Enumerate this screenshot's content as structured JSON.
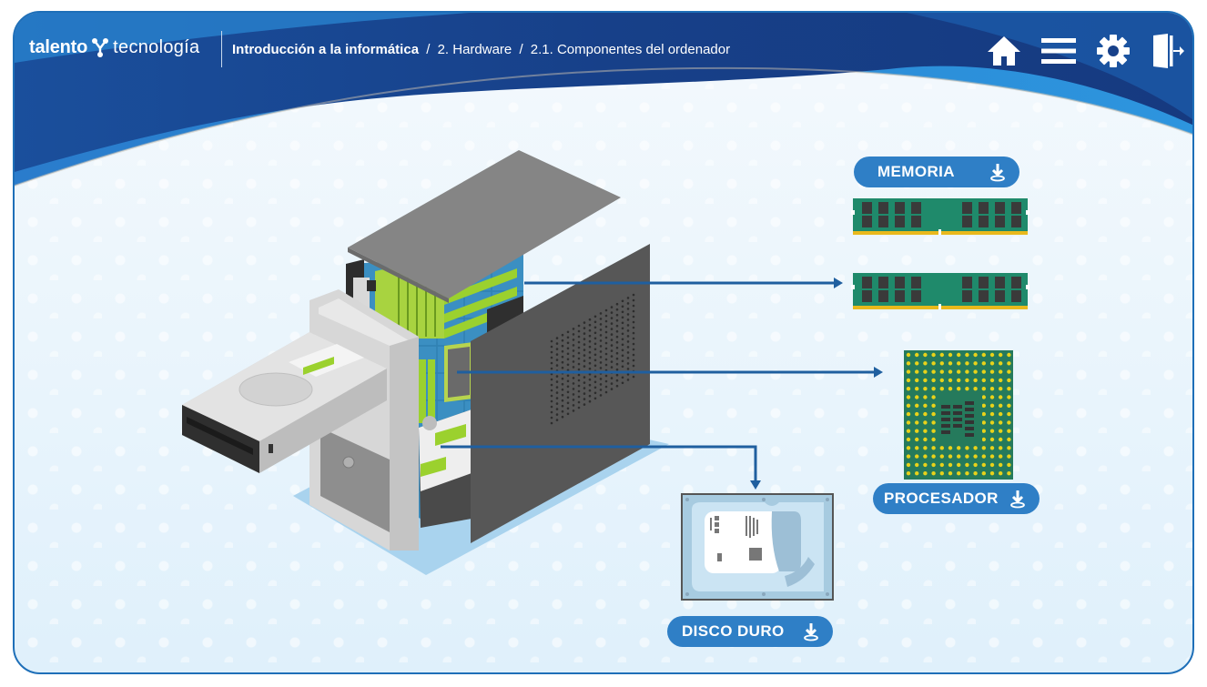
{
  "header": {
    "brand_bold": "talento",
    "brand_light": "tecnología",
    "breadcrumb": [
      {
        "label": "Introducción a la informática",
        "strong": true
      },
      {
        "label": "2. Hardware",
        "strong": false
      },
      {
        "label": "2.1. Componentes del ordenador",
        "strong": false
      }
    ],
    "separator": "/",
    "tools": [
      {
        "name": "home",
        "icon": "home-icon"
      },
      {
        "name": "menu",
        "icon": "hamburger-menu-icon"
      },
      {
        "name": "settings",
        "icon": "gear-icon"
      },
      {
        "name": "exit",
        "icon": "exit-door-icon"
      }
    ]
  },
  "components": {
    "memory": {
      "label": "MEMORIA",
      "icon": "download-icon"
    },
    "processor": {
      "label": "PROCESADOR",
      "icon": "download-icon"
    },
    "hard_disk": {
      "label": "DISCO DURO",
      "icon": "download-icon"
    }
  },
  "colors": {
    "header_dark": "#163f86",
    "header_light": "#2a8fd6",
    "accent": "#2f7fc6",
    "connector": "#1f5f9f",
    "ram_green": "#1f8a6b",
    "chip_dark": "#3a3a3a",
    "gold": "#e9b91c",
    "cpu_dot": "#e8d21a",
    "cpu_green": "#257a5c"
  }
}
